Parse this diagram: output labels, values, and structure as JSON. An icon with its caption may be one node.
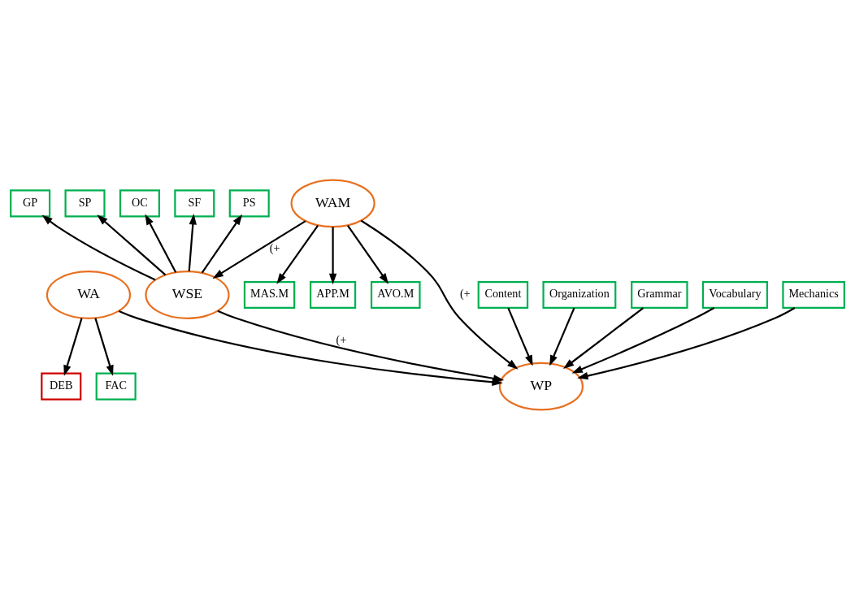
{
  "diagram": {
    "nodes": [
      {
        "text": [
          "DEB"
        ]
      },
      {
        "text": [
          "FAC"
        ]
      },
      {
        "text": [
          "WA"
        ]
      },
      {
        "text": [
          "GP"
        ]
      },
      {
        "text": [
          "SP"
        ]
      },
      {
        "text": [
          "OC"
        ]
      },
      {
        "text": [
          "SF"
        ]
      },
      {
        "text": [
          "PS"
        ]
      },
      {
        "text": [
          "WSE"
        ]
      },
      {
        "text": [
          "MAS.M"
        ]
      },
      {
        "text": [
          "APP.M"
        ]
      },
      {
        "text": [
          "AVO.M"
        ]
      },
      {
        "text": [
          "WAM"
        ]
      },
      {
        "text": [
          "WP"
        ]
      },
      {
        "text": [
          "Content"
        ]
      },
      {
        "text": [
          "Organization"
        ]
      },
      {
        "text": [
          "Grammar"
        ]
      },
      {
        "text": [
          "Vocabulary"
        ]
      },
      {
        "text": [
          "Mechanics"
        ]
      }
    ],
    "edges": [
      {
        "from": 2,
        "to": 0,
        "arrow": "to"
      },
      {
        "from": 2,
        "to": 1,
        "arrow": "to"
      },
      {
        "from": 8,
        "to": 3,
        "arrow": "to"
      },
      {
        "from": 8,
        "to": 4,
        "arrow": "to"
      },
      {
        "from": 8,
        "to": 5,
        "arrow": "to"
      },
      {
        "from": 8,
        "to": 6,
        "arrow": "to"
      },
      {
        "from": 8,
        "to": 7,
        "arrow": "to"
      },
      {
        "from": 2,
        "to": 13,
        "arrow": "to"
      },
      {
        "from": 12,
        "to": 8,
        "arrow": "to",
        "label": "(+"
      },
      {
        "from": 8,
        "to": 13,
        "arrow": "to",
        "label": "(+"
      },
      {
        "from": 12,
        "to": 13,
        "arrow": "to",
        "label": "(+"
      },
      {
        "from": 12,
        "to": 9,
        "arrow": "to"
      },
      {
        "from": 12,
        "to": 10,
        "arrow": "to"
      },
      {
        "from": 12,
        "to": 11,
        "arrow": "to"
      },
      {
        "from": 14,
        "to": 13,
        "arrow": "to"
      },
      {
        "from": 15,
        "to": 13,
        "arrow": "to"
      },
      {
        "from": 16,
        "to": 13,
        "arrow": "to"
      },
      {
        "from": 17,
        "to": 13,
        "arrow": "to"
      },
      {
        "from": 18,
        "to": 13,
        "arrow": "to"
      }
    ]
  }
}
